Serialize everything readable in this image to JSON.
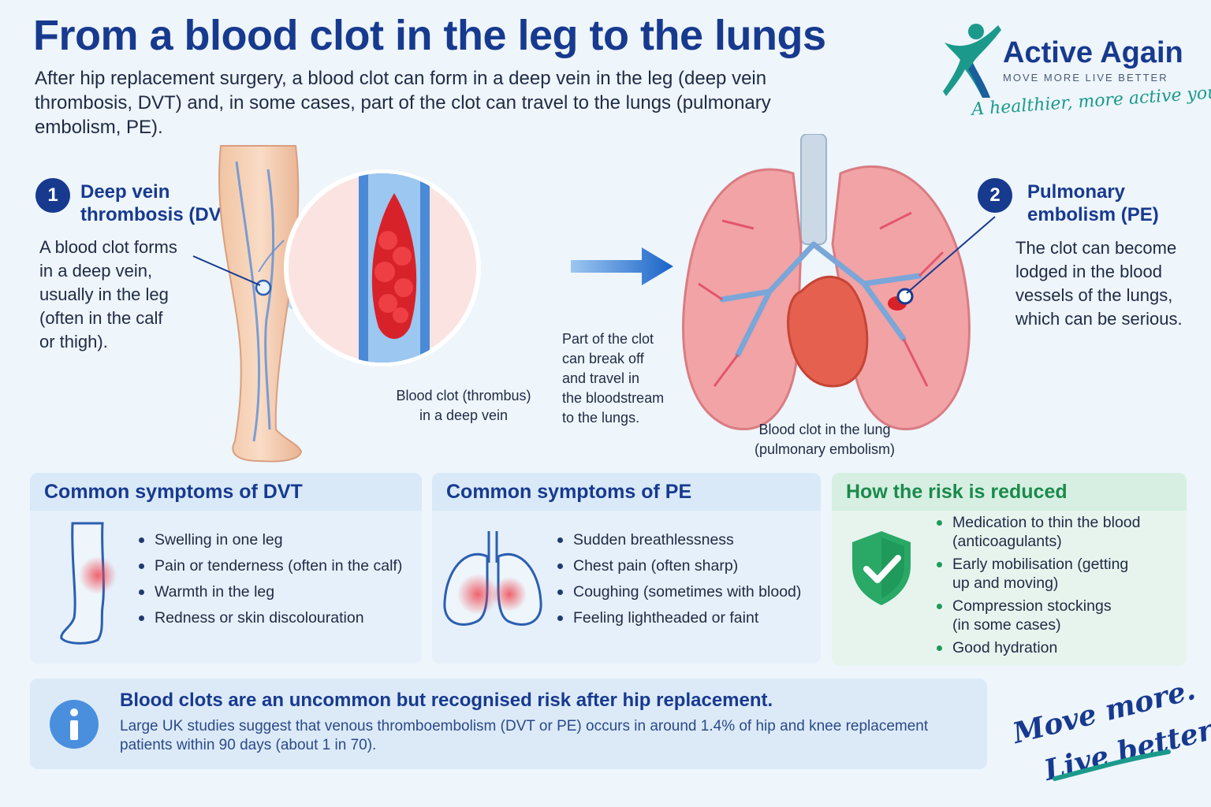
{
  "header": {
    "title": "From a blood clot in the leg to the lungs",
    "intro": "After hip replacement surgery, a blood clot can form in a deep vein in the leg (deep vein thrombosis, DVT) and, in some cases, part of the clot can travel to the lungs (pulmonary embolism, PE)."
  },
  "brand": {
    "name": "Active Again",
    "tagline": "MOVE MORE   LIVE BETTER",
    "slogan": "A healthier, more active you"
  },
  "step1": {
    "number": "1",
    "title": "Deep vein\nthrombosis (DVT)",
    "body": "A blood clot forms\nin a deep vein,\nusually in the leg\n(often in the calf\nor thigh)."
  },
  "step2": {
    "number": "2",
    "title": "Pulmonary\nembolism (PE)",
    "body": "The clot can become\nlodged in the blood\nvessels of the lungs,\nwhich can be serious."
  },
  "captions": {
    "clot": "Blood clot (thrombus)\nin a deep vein",
    "travel": "Part of the clot\ncan break off\nand travel in\nthe bloodstream\nto the lungs.",
    "lung": "Blood clot in the lung\n(pulmonary embolism)"
  },
  "panels": {
    "dvt": {
      "title": "Common symptoms of DVT",
      "items": [
        "Swelling in one leg",
        "Pain or tenderness (often in the calf)",
        "Warmth in the leg",
        "Redness or skin discolouration"
      ]
    },
    "pe": {
      "title": "Common symptoms of PE",
      "items": [
        "Sudden breathlessness",
        "Chest pain (often sharp)",
        "Coughing (sometimes with blood)",
        "Feeling lightheaded or faint"
      ]
    },
    "risk": {
      "title": "How the risk is reduced",
      "items": [
        "Medication to thin the blood\n(anticoagulants)",
        "Early mobilisation (getting\nup and moving)",
        "Compression stockings\n(in some cases)",
        "Good hydration"
      ]
    }
  },
  "info": {
    "title": "Blood clots are an uncommon but recognised risk after hip replacement.",
    "body": "Large UK studies suggest that venous thromboembolism (DVT or PE) occurs in around 1.4% of hip and knee replacement patients within 90 days (about 1 in 70)."
  },
  "footer": {
    "line1": "Move more.",
    "line2": "Live better."
  },
  "colors": {
    "navy": "#173a8f",
    "teal": "#1b9a8c",
    "green": "#1f9a5a",
    "clot_red": "#d8222a",
    "lung_pink": "#f2a3a6"
  }
}
